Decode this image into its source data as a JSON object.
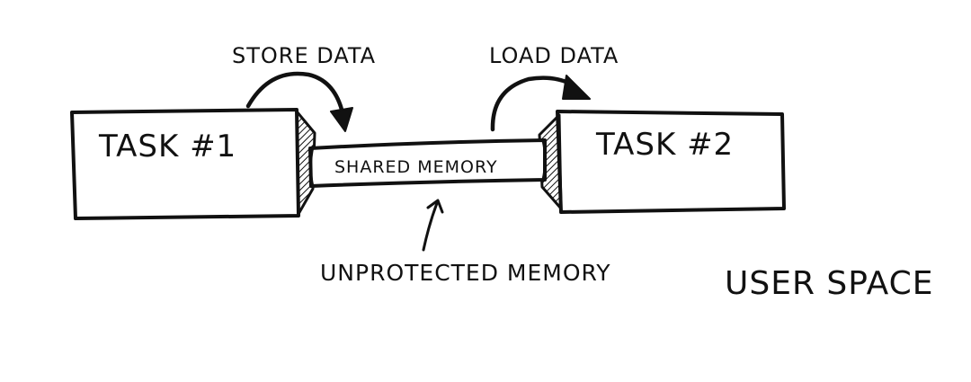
{
  "diagram": {
    "task1_label": "TASK #1",
    "task2_label": "TASK #2",
    "shared_memory_label": "SHARED MEMORY",
    "store_label": "STORE DATA",
    "load_label": "LOAD DATA",
    "unprotected_label": "UNPROTECTED MEMORY",
    "space_label": "USER SPACE"
  }
}
